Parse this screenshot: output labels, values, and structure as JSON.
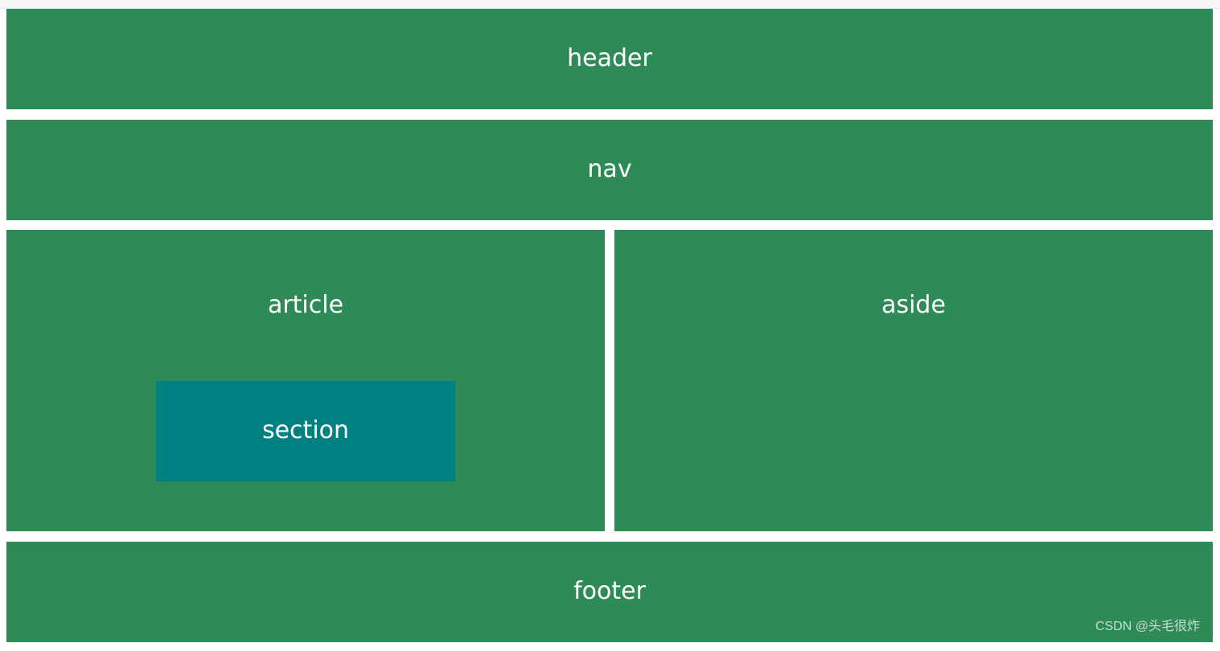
{
  "colors": {
    "block_bg": "#2e8b57",
    "section_bg": "#008080",
    "text": "#ffffff"
  },
  "layout_blocks": {
    "header": "header",
    "nav": "nav",
    "article": "article",
    "section": "section",
    "aside": "aside",
    "footer": "footer"
  },
  "watermark": "CSDN @头毛很炸"
}
